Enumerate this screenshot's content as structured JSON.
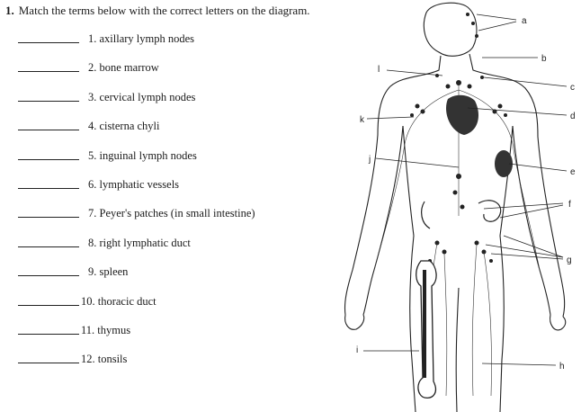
{
  "question": {
    "number": "1.",
    "instruction": "Match the terms below with the correct letters on the diagram."
  },
  "terms": [
    {
      "num": "1.",
      "text": "axillary lymph nodes"
    },
    {
      "num": "2.",
      "text": "bone marrow"
    },
    {
      "num": "3.",
      "text": "cervical lymph nodes"
    },
    {
      "num": "4.",
      "text": "cisterna chyli"
    },
    {
      "num": "5.",
      "text": "inguinal lymph nodes"
    },
    {
      "num": "6.",
      "text": "lymphatic vessels"
    },
    {
      "num": "7.",
      "text": "Peyer's patches (in small intestine)"
    },
    {
      "num": "8.",
      "text": "right lymphatic duct"
    },
    {
      "num": "9.",
      "text": "spleen"
    },
    {
      "num": "10.",
      "text": "thoracic duct"
    },
    {
      "num": "11.",
      "text": "thymus"
    },
    {
      "num": "12.",
      "text": "tonsils"
    }
  ],
  "diagram_labels": [
    "a",
    "b",
    "c",
    "d",
    "e",
    "f",
    "g",
    "h",
    "i",
    "j",
    "k",
    "l"
  ]
}
